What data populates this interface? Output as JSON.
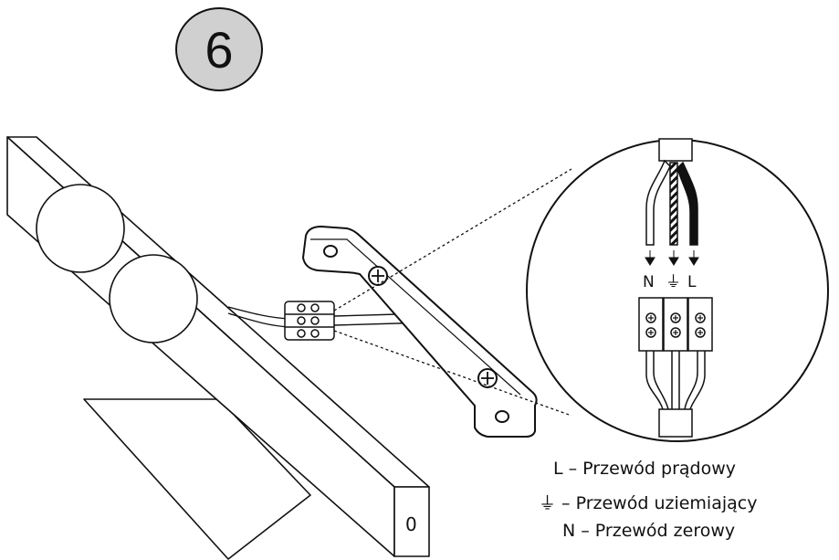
{
  "step": {
    "number": "6"
  },
  "wire_labels": {
    "neutral": "N",
    "earth": "⏚",
    "live": "L"
  },
  "legend": {
    "live": "L – Przewód prądowy",
    "earth": "⏚ – Przewód uziemiający",
    "neutral": "N – Przewód zerowy"
  },
  "fixture": {
    "end_mark": "0"
  }
}
